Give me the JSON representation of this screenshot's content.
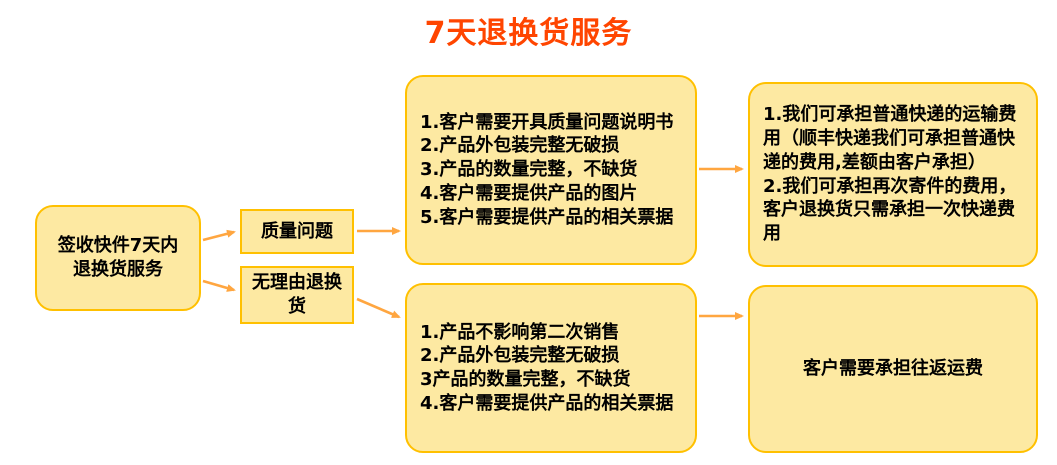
{
  "title": "7天退换货服务",
  "colors": {
    "box_fill": "#FDE9A2",
    "box_border": "#FFC000",
    "title": "#FF4500",
    "arrow": "#FFA640",
    "text": "#000000"
  },
  "flow": {
    "start": {
      "label": "签收快件7天内退换货服务"
    },
    "branches": [
      {
        "label": "质量问题"
      },
      {
        "label": "无理由退换货"
      }
    ],
    "conditions": [
      {
        "text": "1.客户需要开具质量问题说明书\n2.产品外包装完整无破损\n3.产品的数量完整，不缺货\n4.客户需要提供产品的图片\n5.客户需要提供产品的相关票据"
      },
      {
        "text": "1.产品不影响第二次销售\n2.产品外包装完整无破损\n3产品的数量完整，不缺货\n4.客户需要提供产品的相关票据"
      }
    ],
    "results": [
      {
        "text": "1.我们可承担普通快递的运输费用（顺丰快递我们可承担普通快递的费用,差额由客户承担）\n2.我们可承担再次寄件的费用，客户退换货只需承担一次快递费用"
      },
      {
        "text": "客户需要承担往返运费"
      }
    ]
  }
}
